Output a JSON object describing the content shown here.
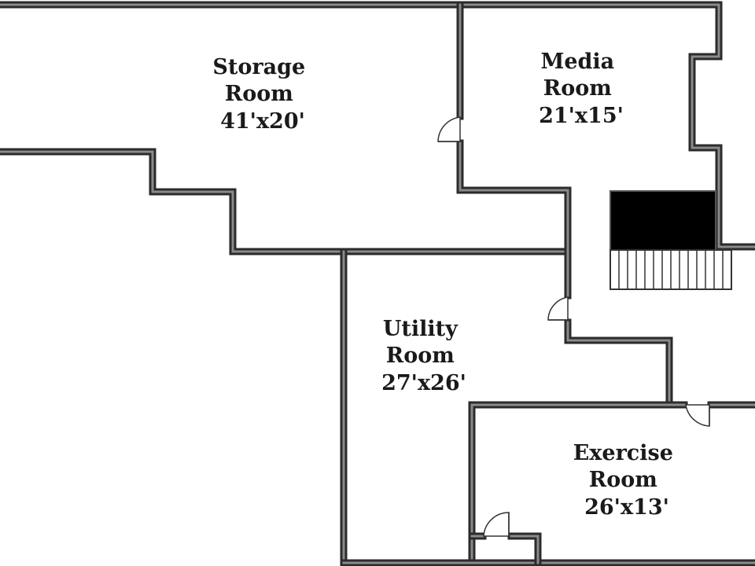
{
  "floor_plan": {
    "rooms": [
      {
        "id": "storage",
        "lines": [
          "Storage",
          "Room",
          "41'x20'"
        ]
      },
      {
        "id": "media",
        "lines": [
          "Media",
          "Room",
          "21'x15'"
        ]
      },
      {
        "id": "utility",
        "lines": [
          "Utility",
          "Room",
          "27'x26'"
        ]
      },
      {
        "id": "exercise",
        "lines": [
          "Exercise",
          "Room",
          "26'x13'"
        ]
      }
    ]
  }
}
